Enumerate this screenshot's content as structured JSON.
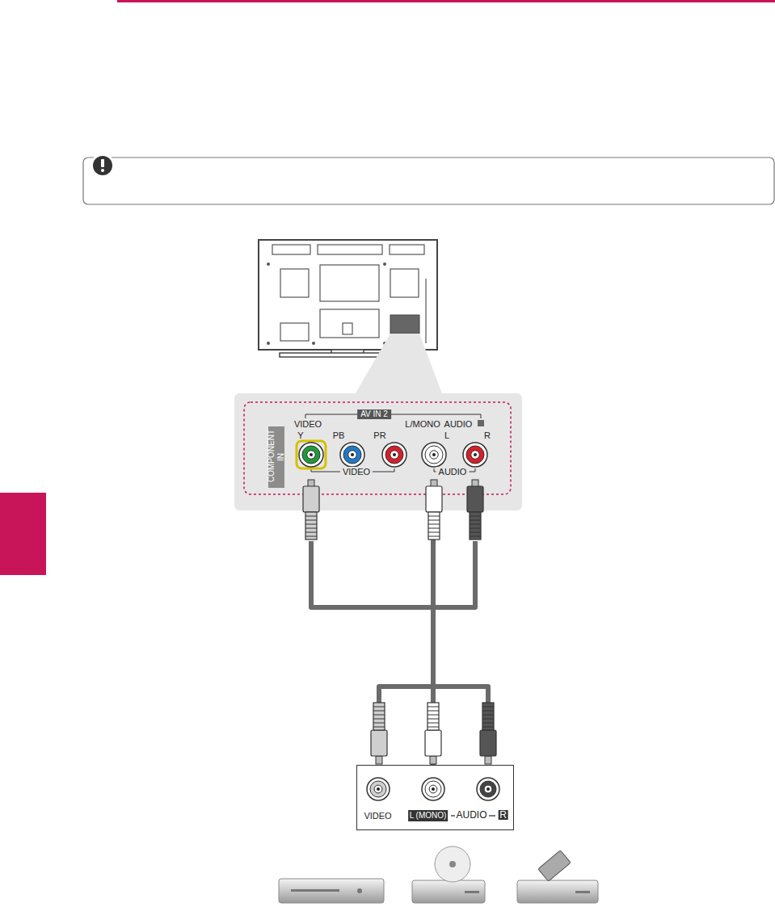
{
  "diagram": {
    "nodes": [
      {
        "text": [
          "COMPONENT IN",
          "VIDEO",
          "AV IN 2",
          "L/MONO",
          "AUDIO",
          "Y",
          "PB",
          "PR",
          "L",
          "R",
          "VIDEO",
          "AUDIO"
        ]
      },
      {
        "text": [
          "VIDEO",
          "L (MONO)",
          "AUDIO",
          "R"
        ]
      }
    ],
    "edges": [
      {
        "from": 1,
        "to": 0,
        "arrow": "none"
      }
    ]
  }
}
